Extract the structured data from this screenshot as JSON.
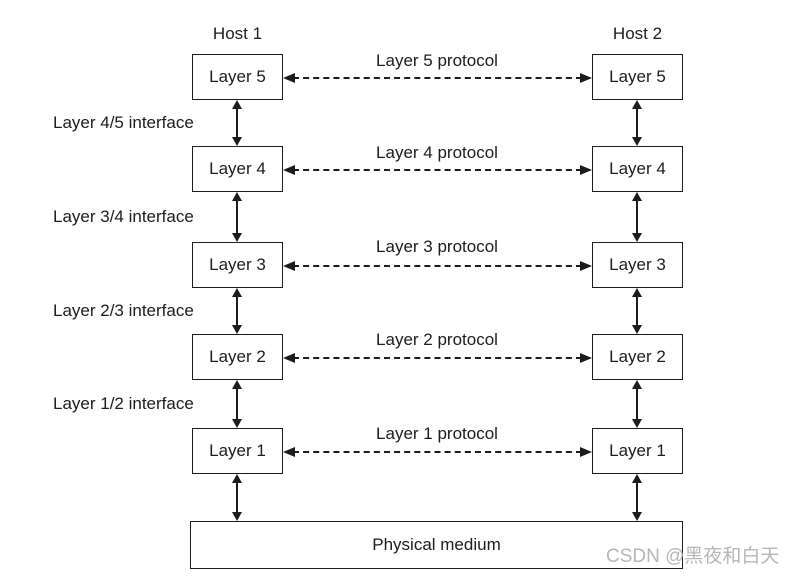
{
  "diagram": {
    "hosts": [
      {
        "label": "Host 1"
      },
      {
        "label": "Host 2"
      }
    ],
    "layers": [
      {
        "label": "Layer 5",
        "protocol": "Layer 5 protocol"
      },
      {
        "label": "Layer 4",
        "protocol": "Layer 4 protocol"
      },
      {
        "label": "Layer 3",
        "protocol": "Layer 3 protocol"
      },
      {
        "label": "Layer 2",
        "protocol": "Layer 2 protocol"
      },
      {
        "label": "Layer 1",
        "protocol": "Layer 1 protocol"
      }
    ],
    "interfaces": [
      {
        "label": "Layer 4/5 interface"
      },
      {
        "label": "Layer 3/4 interface"
      },
      {
        "label": "Layer 2/3 interface"
      },
      {
        "label": "Layer 1/2 interface"
      }
    ],
    "physical_medium": {
      "label": "Physical medium"
    },
    "colors": {
      "line": "#1c1c1c",
      "background": "#ffffff",
      "watermark": "#b6b6b6"
    }
  },
  "watermark": {
    "text": "CSDN @黑夜和白天"
  }
}
